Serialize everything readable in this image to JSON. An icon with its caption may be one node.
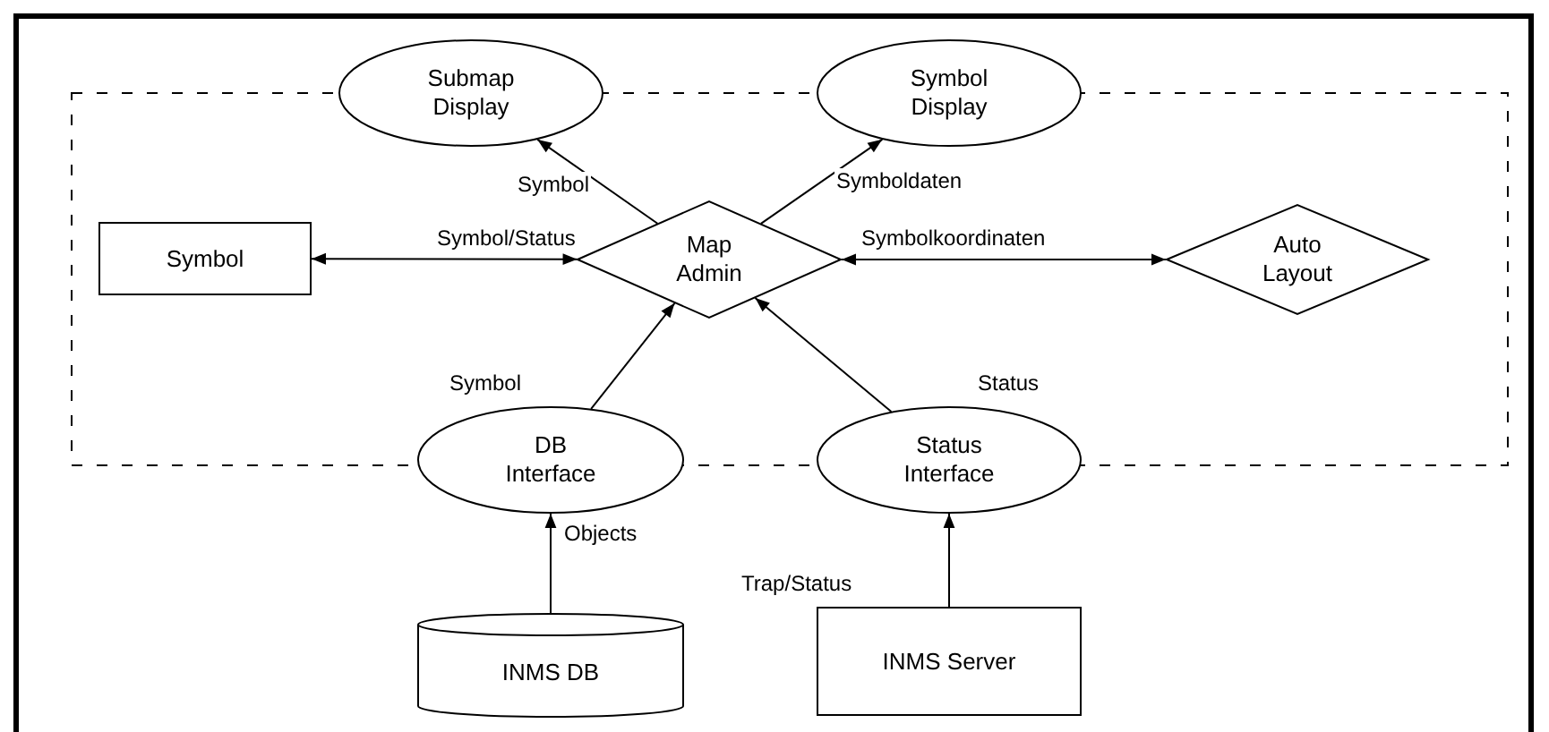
{
  "diagram": {
    "nodes": [
      {
        "text": [
          "Submap Display"
        ]
      },
      {
        "text": [
          "Symbol Display"
        ]
      },
      {
        "text": [
          "Symbol"
        ]
      },
      {
        "text": [
          "Map Admin"
        ]
      },
      {
        "text": [
          "Auto Layout"
        ]
      },
      {
        "text": [
          "DB Interface"
        ]
      },
      {
        "text": [
          "Status Interface"
        ]
      },
      {
        "text": [
          "INMS DB"
        ]
      },
      {
        "text": [
          "INMS Server"
        ]
      }
    ],
    "edges": [
      {
        "from": 3,
        "to": 0,
        "arrow": "to",
        "label": "Symbol"
      },
      {
        "from": 3,
        "to": 1,
        "arrow": "to",
        "label": "Symboldaten"
      },
      {
        "from": 3,
        "to": 2,
        "arrow": "both",
        "label": "Symbol/Status"
      },
      {
        "from": 3,
        "to": 4,
        "arrow": "both",
        "label": "Symbolkoordinaten"
      },
      {
        "from": 5,
        "to": 3,
        "arrow": "to",
        "label": "Symbol"
      },
      {
        "from": 6,
        "to": 3,
        "arrow": "to",
        "label": "Status"
      },
      {
        "from": 7,
        "to": 5,
        "arrow": "to",
        "label": "Objects"
      },
      {
        "from": 8,
        "to": 6,
        "arrow": "to",
        "label": "Trap/Status"
      }
    ]
  }
}
